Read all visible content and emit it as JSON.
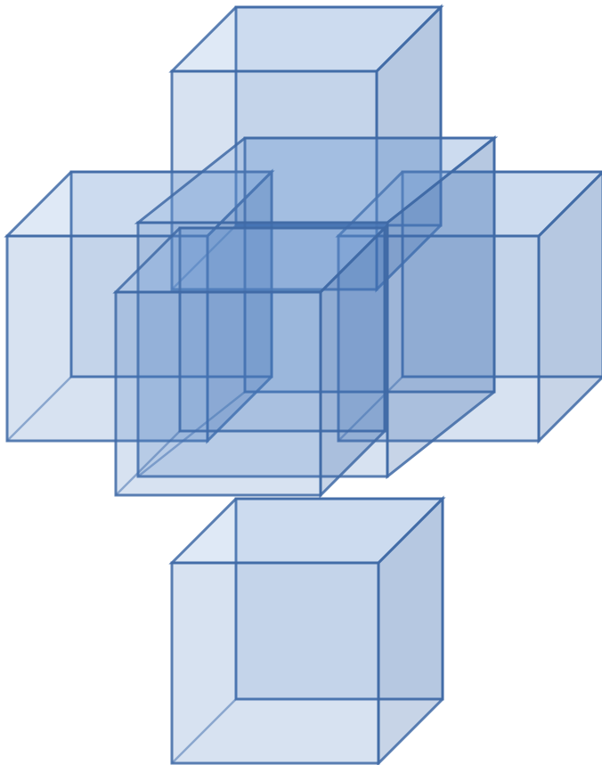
{
  "diagram": {
    "cube_count": 6,
    "style": {
      "face_fill": "#4a7cc1",
      "side_fill": "#3c6aaa",
      "top_fill": "#6e9bd6",
      "edge_stroke": "#3f6aa6",
      "face_opacity": 0.22,
      "edge_opacity": 0.85
    },
    "cubes": [
      {
        "id": "top-cube",
        "icon": "translucent-cube"
      },
      {
        "id": "left-cube",
        "icon": "translucent-cube"
      },
      {
        "id": "right-cube",
        "icon": "translucent-cube"
      },
      {
        "id": "back-center-cube",
        "icon": "translucent-cube"
      },
      {
        "id": "front-center-cube",
        "icon": "translucent-cube"
      },
      {
        "id": "bottom-cube",
        "icon": "translucent-cube"
      }
    ]
  }
}
